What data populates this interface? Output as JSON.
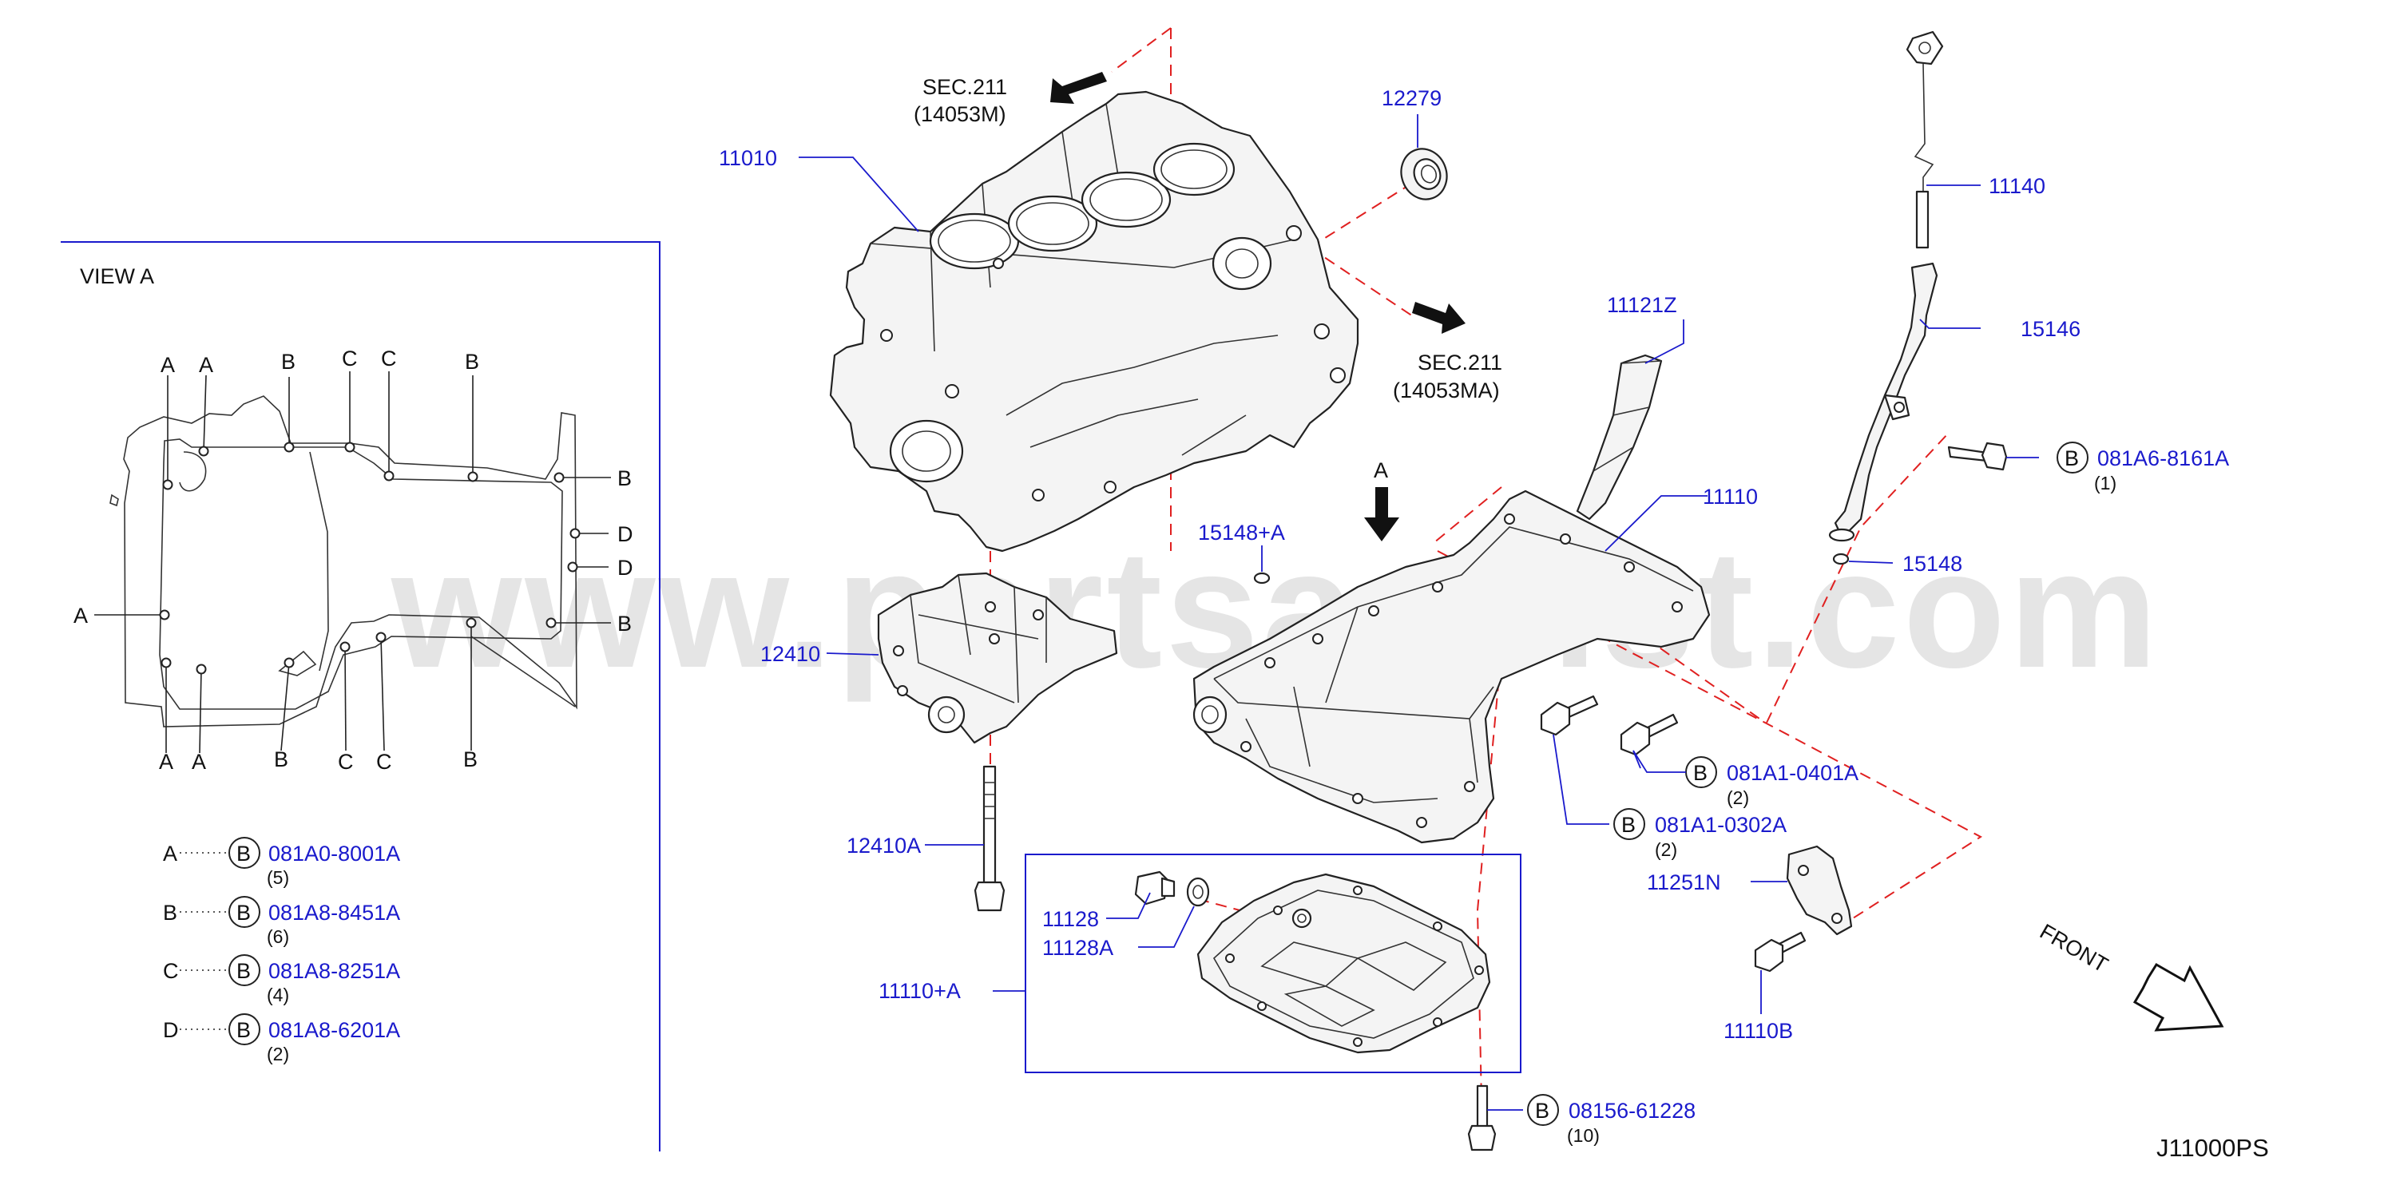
{
  "watermark": "www.partsassist.com",
  "view": {
    "title": "VIEW   A"
  },
  "view_letters": {
    "a1": "A",
    "a2": "A",
    "a3": "A",
    "a4": "A",
    "a5": "A",
    "b1": "B",
    "b2": "B",
    "b3": "B",
    "b4": "B",
    "b5": "B",
    "b6": "B",
    "c1": "C",
    "c2": "C",
    "c3": "C",
    "c4": "C",
    "d1": "D",
    "d2": "D"
  },
  "legend": [
    {
      "letter": "A",
      "badge": "B",
      "code": "081A0-8001A",
      "qty": "(5)"
    },
    {
      "letter": "B",
      "badge": "B",
      "code": "081A8-8451A",
      "qty": "(6)"
    },
    {
      "letter": "C",
      "badge": "B",
      "code": "081A8-8251A",
      "qty": "(4)"
    },
    {
      "letter": "D",
      "badge": "B",
      "code": "081A8-6201A",
      "qty": "(2)"
    }
  ],
  "sections": {
    "sec1_title": "SEC.211",
    "sec1_code": "(14053M)",
    "sec2_title": "SEC.211",
    "sec2_code": "(14053MA)"
  },
  "parts": {
    "p11010": "11010",
    "p12279": "12279",
    "p11140": "11140",
    "p15146": "15146",
    "p11121z": "11121Z",
    "p11110": "11110",
    "p15148a": "15148+A",
    "p15148": "15148",
    "p12410": "12410",
    "p12410a": "12410A",
    "p11128": "11128",
    "p11128a": "11128A",
    "p11110a": "11110+A",
    "p11251n": "11251N",
    "p11110b": "11110B"
  },
  "bolts": {
    "b1": {
      "badge": "B",
      "code": "081A6-8161A",
      "qty": "(1)"
    },
    "b2": {
      "badge": "B",
      "code": "081A1-0401A",
      "qty": "(2)"
    },
    "b3": {
      "badge": "B",
      "code": "081A1-0302A",
      "qty": "(2)"
    },
    "b4": {
      "badge": "B",
      "code": "08156-61228",
      "qty": "(10)"
    }
  },
  "view_arrow_label": "A",
  "front_label": "FRONT",
  "diagram_code": "J11000PS",
  "colors": {
    "part_number": "#1a1acc",
    "phantom_line": "#e02020",
    "line": "#222222"
  }
}
